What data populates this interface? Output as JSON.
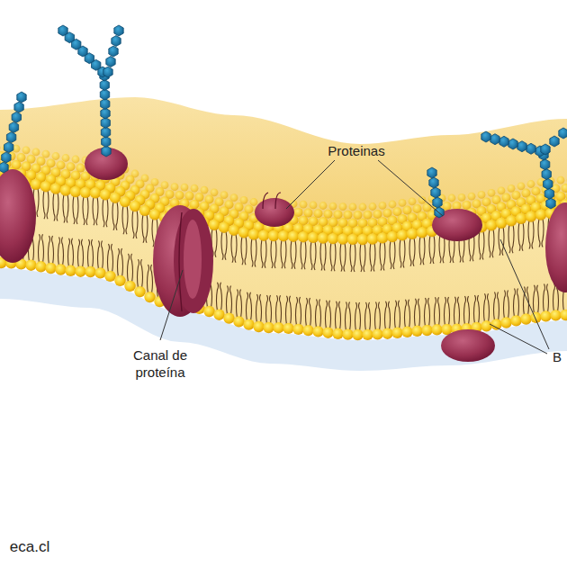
{
  "diagram": {
    "labels": [
      "Proteinas",
      "Canal de proteína",
      "B",
      "eca.cl"
    ]
  }
}
